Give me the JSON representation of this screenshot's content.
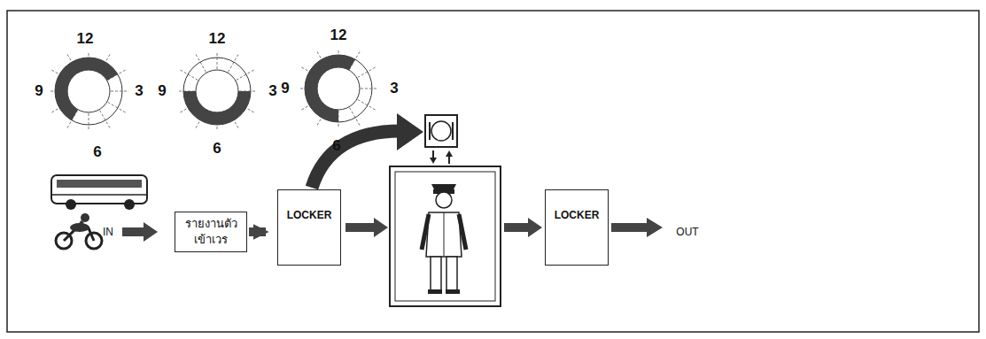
{
  "diagram": {
    "nodes": [
      {
        "text": [
          "รายงานตัว เข้าเวร"
        ]
      },
      {
        "text": [
          "LOCKER"
        ]
      },
      {
        "text": [
          "LOCKER"
        ]
      }
    ],
    "edges": [
      {
        "from": 0,
        "to": 1,
        "arrow": "to"
      }
    ],
    "labels": [
      "12",
      "9",
      "3",
      "6",
      "12",
      "9",
      "3",
      "6",
      "12",
      "9",
      "3",
      "6",
      "IN",
      "OUT"
    ]
  }
}
